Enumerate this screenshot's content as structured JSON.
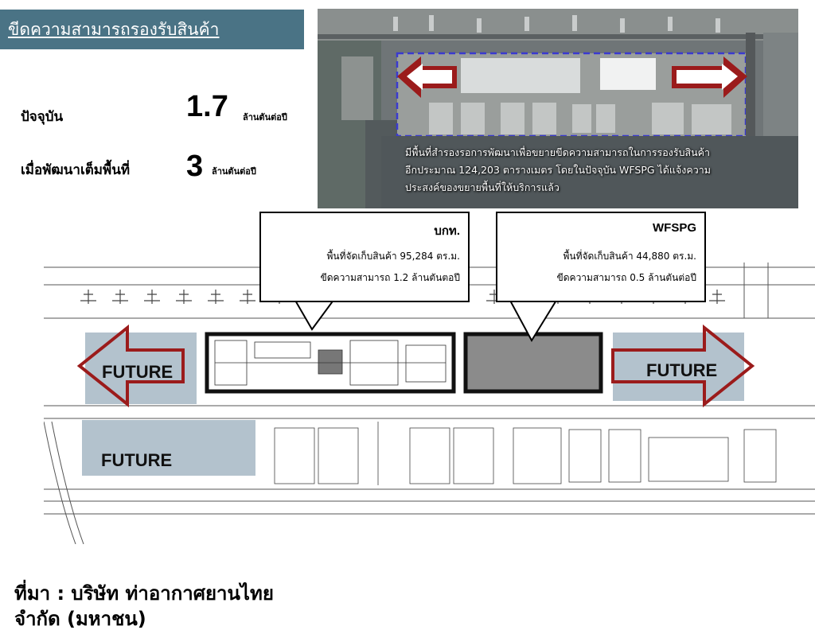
{
  "header": {
    "title": "ขีดความสามารถรองรับสินค้า"
  },
  "stats": [
    {
      "label": "ปัจจุบัน",
      "value": "1.7",
      "unit": "ล้านตันต่อปี"
    },
    {
      "label": "เมื่อพัฒนาเต็มพื้นที่",
      "value": "3",
      "unit": "ล้านตันต่อปี"
    }
  ],
  "aerial_photo": {
    "caption_lines": [
      "มีพื้นที่สำรองรอการพัฒนาเพื่อขยายขีดความสามารถในการรองรับสินค้า",
      "อีกประมาณ 124,203 ตารางเมตร โดยในปัจจุบัน WFSPG ได้แจ้งความ",
      "ประสงค์ของขยายพื้นที่ให้บริการแล้ว"
    ]
  },
  "callouts": [
    {
      "title": "บกท.",
      "line1": "พื้นที่จัดเก็บสินค้า 95,284 ตร.ม.",
      "line2": "ขีดความสามารถ 1.2 ล้านตันตอปี"
    },
    {
      "title": "WFSPG",
      "line1": "พื้นที่จัดเก็บสินค้า 44,880 ตร.ม.",
      "line2": "ขีดความสามารถ 0.5 ล้านตันต่อปี"
    }
  ],
  "site_plan": {
    "future_labels": [
      "FUTURE",
      "FUTURE",
      "FUTURE"
    ]
  },
  "source": {
    "line1": "ที่มา : บริษัท ท่าอากาศยานไทย",
    "line2": "จำกัด (มหาชน)"
  },
  "colors": {
    "title_bg": "#4a7385",
    "future_zone": "#b3c2cd",
    "arrow": "#9b1b1b",
    "aerial_highlight": "#3a3ad0"
  }
}
